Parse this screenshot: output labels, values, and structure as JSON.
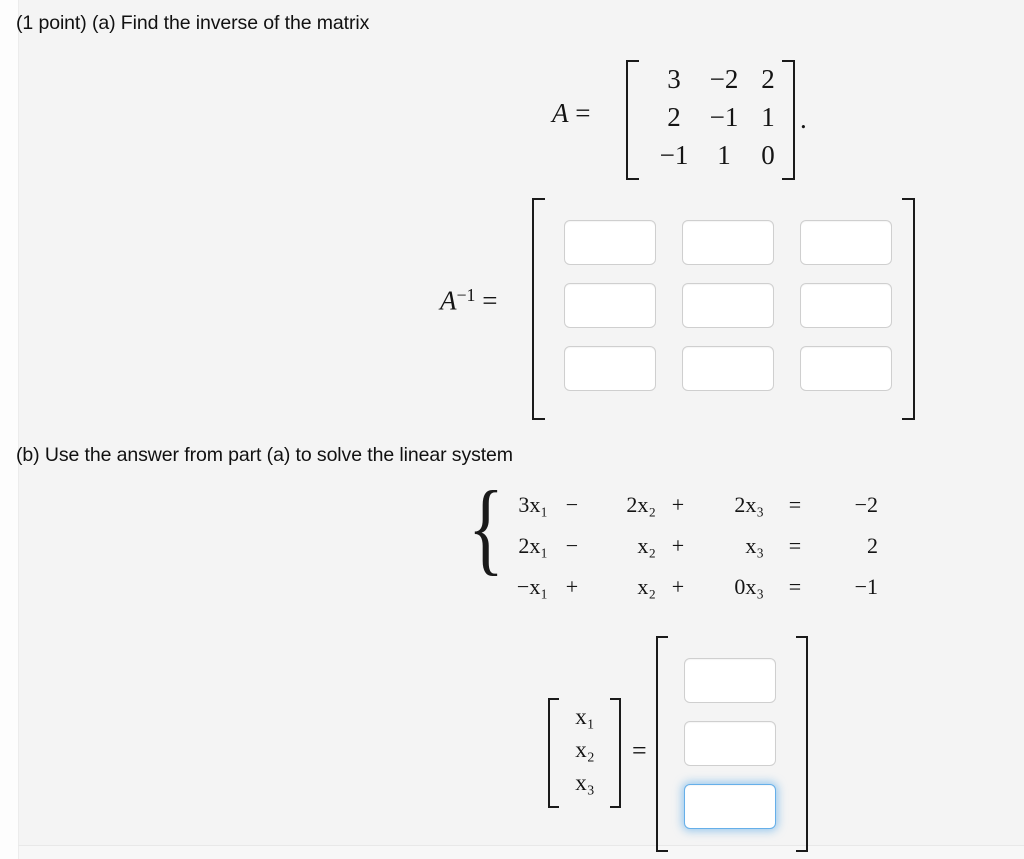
{
  "question": {
    "part_a_prompt": "(1 point) (a) Find the inverse of the matrix",
    "part_b_prompt": "(b) Use the answer from part (a) to solve the linear system"
  },
  "matrix_A": {
    "label": "A",
    "equals": "=",
    "trailing_period": ".",
    "rows": [
      [
        "3",
        "−2",
        "2"
      ],
      [
        "2",
        "−1",
        "1"
      ],
      [
        "−1",
        "1",
        "0"
      ]
    ]
  },
  "matrix_A_inverse": {
    "label_base": "A",
    "label_exponent": "−1",
    "equals": "=",
    "inputs": [
      [
        {
          "value": "",
          "focused": false
        },
        {
          "value": "",
          "focused": false
        },
        {
          "value": "",
          "focused": false
        }
      ],
      [
        {
          "value": "",
          "focused": false
        },
        {
          "value": "",
          "focused": false
        },
        {
          "value": "",
          "focused": false
        }
      ],
      [
        {
          "value": "",
          "focused": false
        },
        {
          "value": "",
          "focused": false
        },
        {
          "value": "",
          "focused": false
        }
      ]
    ]
  },
  "linear_system": {
    "brace": "{",
    "equations": [
      {
        "t1": "3x₁",
        "op1": "−",
        "t2": "2x₂",
        "op2": "+",
        "t3": "2x₃",
        "eq": "=",
        "rhs": "−2"
      },
      {
        "t1": "2x₁",
        "op1": "−",
        "t2": "x₂",
        "op2": "+",
        "t3": "x₃",
        "eq": "=",
        "rhs": "2"
      },
      {
        "t1": "−x₁",
        "op1": "+",
        "t2": "x₂",
        "op2": "+",
        "t3": "0x₃",
        "eq": "=",
        "rhs": "−1"
      }
    ]
  },
  "solution": {
    "variables": [
      "x₁",
      "x₂",
      "x₃"
    ],
    "equals": "=",
    "inputs": [
      {
        "value": "",
        "focused": false
      },
      {
        "value": "",
        "focused": false
      },
      {
        "value": "",
        "focused": true
      }
    ]
  },
  "colors": {
    "page_background": "#fdfdfd",
    "content_background": "#f4f4f4",
    "text": "#111111",
    "input_border": "#cfcfcf",
    "input_focus_border": "#66afe9",
    "input_focus_glow": "rgba(102,175,233,0.65)"
  }
}
